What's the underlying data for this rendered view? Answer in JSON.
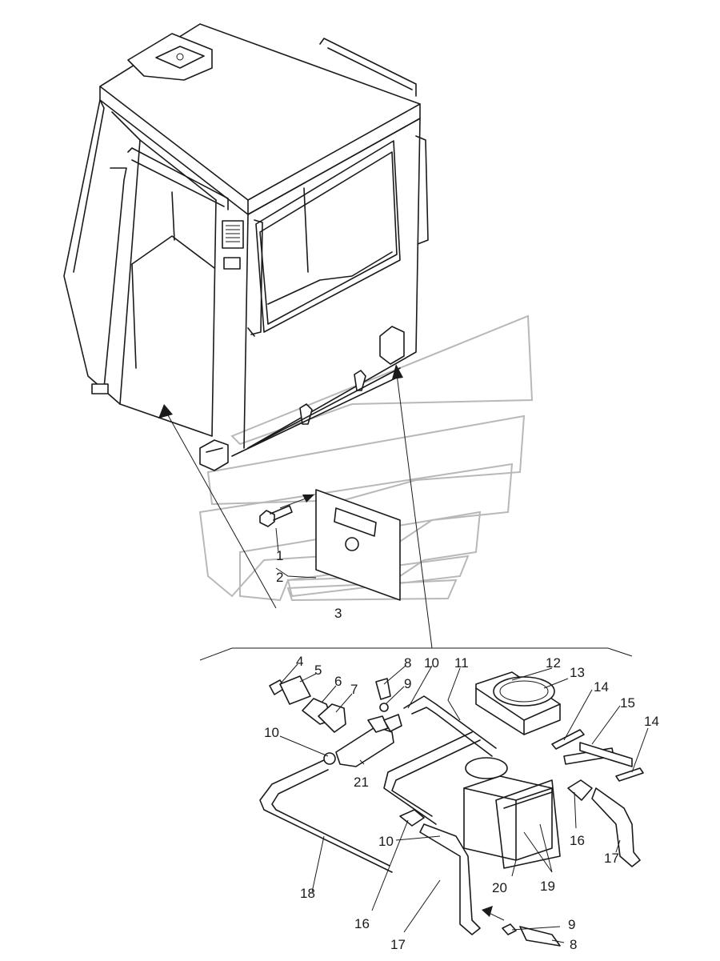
{
  "callouts": [
    {
      "id": "c1",
      "text": "1"
    },
    {
      "id": "c2",
      "text": "2"
    },
    {
      "id": "c3",
      "text": "3"
    },
    {
      "id": "c4",
      "text": "4"
    },
    {
      "id": "c5",
      "text": "5"
    },
    {
      "id": "c6",
      "text": "6"
    },
    {
      "id": "c7",
      "text": "7"
    },
    {
      "id": "c8a",
      "text": "8"
    },
    {
      "id": "c9a",
      "text": "9"
    },
    {
      "id": "c10a",
      "text": "10"
    },
    {
      "id": "c11",
      "text": "11"
    },
    {
      "id": "c12",
      "text": "12"
    },
    {
      "id": "c13",
      "text": "13"
    },
    {
      "id": "c14a",
      "text": "14"
    },
    {
      "id": "c15",
      "text": "15"
    },
    {
      "id": "c14b",
      "text": "14"
    },
    {
      "id": "c10b",
      "text": "10"
    },
    {
      "id": "c21",
      "text": "21"
    },
    {
      "id": "c16a",
      "text": "16"
    },
    {
      "id": "c17a",
      "text": "17"
    },
    {
      "id": "c10c",
      "text": "10"
    },
    {
      "id": "c18",
      "text": "18"
    },
    {
      "id": "c20",
      "text": "20"
    },
    {
      "id": "c19",
      "text": "19"
    },
    {
      "id": "c16b",
      "text": "16"
    },
    {
      "id": "c17b",
      "text": "17"
    },
    {
      "id": "c9b",
      "text": "9"
    },
    {
      "id": "c8b",
      "text": "8"
    }
  ]
}
